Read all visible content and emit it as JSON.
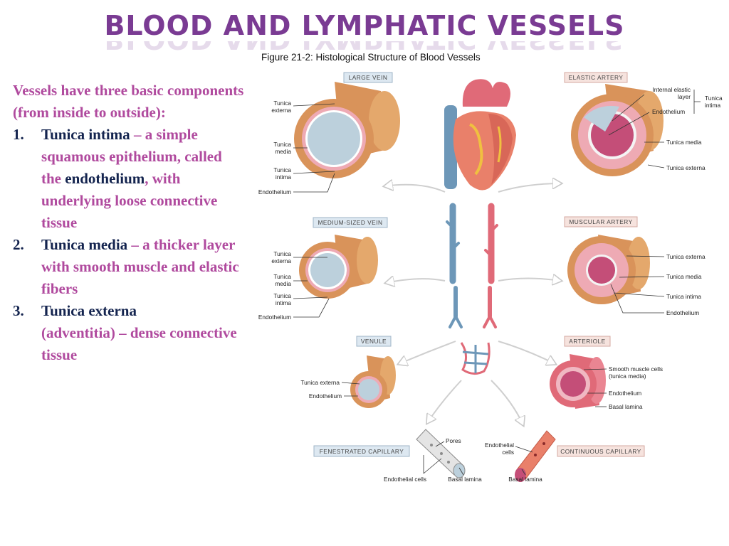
{
  "slide": {
    "title": "BLOOD AND LYMPHATIC VESSELS"
  },
  "text": {
    "intro": "Vessels have three basic components (from inside to outside):",
    "items": [
      {
        "num": "1.",
        "term": "Tunica intima",
        "desc_a": " – a simple squamous epithelium, called the ",
        "term2": "endothelium",
        "desc_b": ", with underlying loose connective tissue"
      },
      {
        "num": "2.",
        "term": "Tunica media",
        "desc_a": " – a thicker layer with smooth muscle and elastic fibers"
      },
      {
        "num": "3.",
        "term": "Tunica externa",
        "desc_a": "(adventitia) – dense connective tissue"
      }
    ]
  },
  "figure": {
    "title": "Figure 21-2: Histological Structure of Blood Vessels",
    "captions": {
      "large_vein": "LARGE VEIN",
      "elastic_artery": "ELASTIC ARTERY",
      "medium_vein": "MEDIUM-SIZED VEIN",
      "muscular_artery": "MUSCULAR ARTERY",
      "venule": "VENULE",
      "arteriole": "ARTERIOLE",
      "fenestrated_capillary": "FENESTRATED CAPILLARY",
      "continuous_capillary": "CONTINUOUS CAPILLARY"
    },
    "labels": {
      "lv_externa": [
        "Tunica",
        "externa"
      ],
      "lv_media": [
        "Tunica",
        "media"
      ],
      "lv_intima": [
        "Tunica",
        "intima"
      ],
      "lv_endo": "Endothelium",
      "ea_iel": [
        "Internal elastic",
        "layer"
      ],
      "ea_intima": [
        "Tunica",
        "intima"
      ],
      "ea_endo": "Endothelium",
      "ea_media": "Tunica media",
      "ea_externa": "Tunica externa",
      "mv_externa": [
        "Tunica",
        "externa"
      ],
      "mv_media": [
        "Tunica",
        "media"
      ],
      "mv_intima": [
        "Tunica",
        "intima"
      ],
      "mv_endo": "Endothelium",
      "ma_externa": "Tunica externa",
      "ma_media": "Tunica media",
      "ma_intima": "Tunica intima",
      "ma_endo": "Endothelium",
      "ven_externa": "Tunica externa",
      "ven_endo": "Endothelium",
      "art_smooth": [
        "Smooth muscle cells",
        "(tunica media)"
      ],
      "art_endo": "Endothelium",
      "art_basal": "Basal lamina",
      "fc_pores": "Pores",
      "fc_endo": "Endothelial cells",
      "fc_basal": "Basal lamina",
      "cc_endo": [
        "Endothelial",
        "cells"
      ],
      "cc_basal": "Basal lamina"
    }
  },
  "colors": {
    "title": "#7a3b93",
    "text_pink": "#b04a9e",
    "text_navy": "#14244f",
    "externa": "#d9935a",
    "media_pink": "#eeaab4",
    "lumen": "#bcd0dc",
    "vein_blue": "#6d97b8",
    "artery_red": "#e06a78"
  }
}
